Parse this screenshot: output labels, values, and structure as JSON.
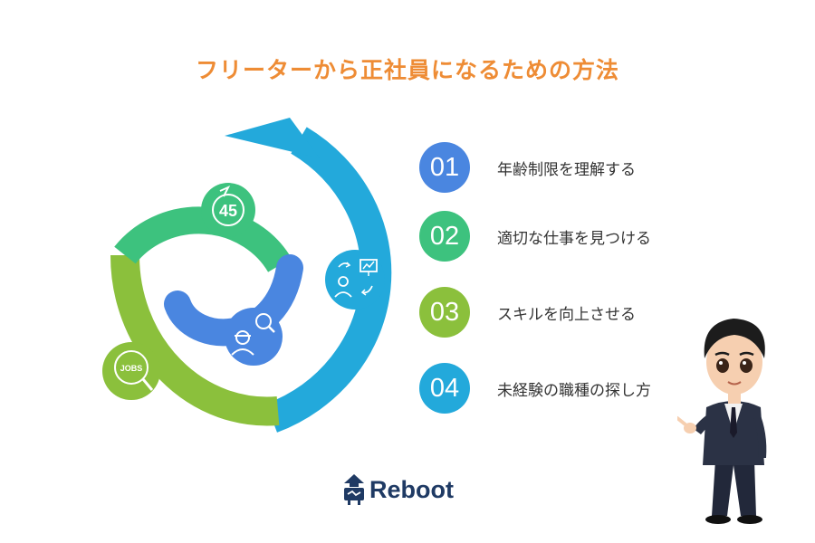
{
  "title": "フリーターから正社員になるための方法",
  "steps": [
    {
      "number": "01",
      "label": "年齢制限を理解する",
      "color": "#4A86E0"
    },
    {
      "number": "02",
      "label": "適切な仕事を見つける",
      "color": "#3DC27E"
    },
    {
      "number": "03",
      "label": "スキルを向上させる",
      "color": "#8BC03C"
    },
    {
      "number": "04",
      "label": "未経験の職種の探し方",
      "color": "#23A9DB"
    }
  ],
  "icons": {
    "age": {
      "name": "age-45-icon",
      "text": "45"
    },
    "jobs": {
      "name": "jobs-search-icon",
      "text": "JOBS"
    },
    "search": {
      "name": "worker-search-icon"
    },
    "career": {
      "name": "career-change-icon"
    }
  },
  "logo": {
    "text": "Reboot",
    "color": "#1F3A64"
  }
}
